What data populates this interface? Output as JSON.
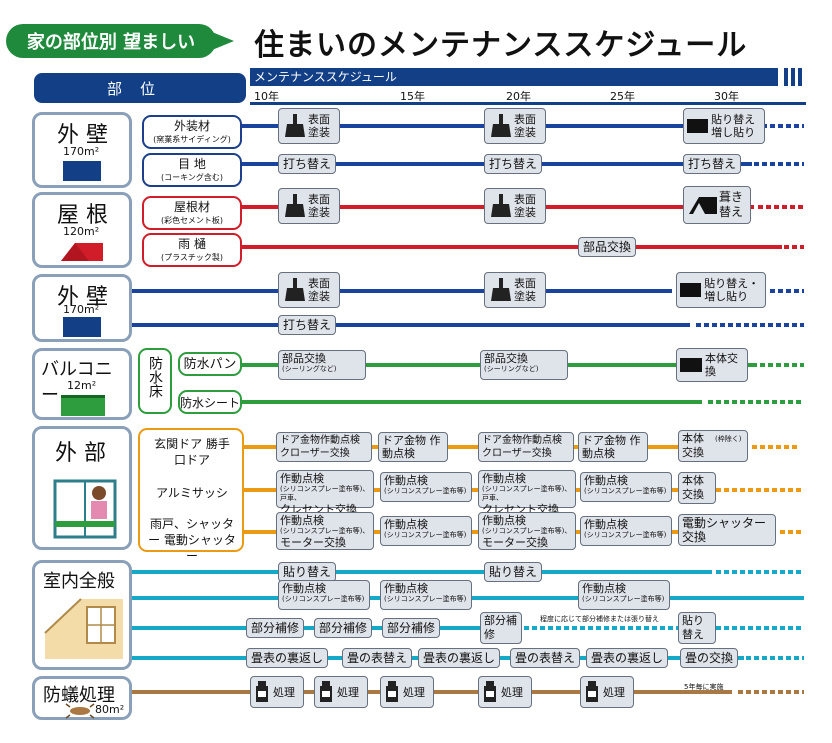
{
  "header": {
    "badge": "家の部位別 望ましい",
    "title": "住まいのメンテナンススケジュール"
  },
  "columns": {
    "parts": "部位",
    "schedule": "メンテナンススケジュール",
    "years": [
      "10年",
      "15年",
      "20年",
      "25年",
      "30年"
    ]
  },
  "groups": {
    "exterior_wall": {
      "name": "外 壁",
      "area": "170m²",
      "rows": {
        "siding": {
          "label": "外装材",
          "sub": "(窯業系サイディング)",
          "tasks": [
            "表面塗装",
            "表面塗装",
            "貼り替え増し貼り"
          ]
        },
        "joint": {
          "label": "目 地",
          "sub": "(コーキング含む)",
          "tasks": [
            "打ち替え",
            "打ち替え",
            "打ち替え"
          ]
        }
      }
    },
    "roof": {
      "name": "屋 根",
      "area": "120m²",
      "rows": {
        "roofing": {
          "label": "屋根材",
          "sub": "(彩色セメント板)",
          "tasks": [
            "表面塗装",
            "表面塗装",
            "葺き替え"
          ]
        },
        "gutter": {
          "label": "雨 樋",
          "sub": "(プラスチック製)",
          "tasks": [
            "部品交換"
          ]
        }
      }
    },
    "exterior_wall2": {
      "name": "外 壁",
      "area": "170m²",
      "tasks": [
        "表面塗装",
        "表面塗装",
        "貼り替え・増し貼り",
        "打ち替え"
      ]
    },
    "balcony": {
      "name": "バルコニー",
      "area": "12m²",
      "waterproof": "防水床",
      "rows": {
        "pan": {
          "label": "防水パン",
          "tasks": [
            {
              "main": "部品交換",
              "note": "(シーリングなど)"
            },
            {
              "main": "部品交換",
              "note": "(シーリングなど)"
            },
            {
              "main": "本体交換"
            }
          ]
        },
        "sheet": {
          "label": "防水シート"
        }
      }
    },
    "outside": {
      "name": "外 部",
      "rows": {
        "door": {
          "label": "玄関ドア 勝手口ドア",
          "tasks": [
            "ドア金物作動点検 クローザー交換",
            "ドア金物 作動点検",
            "ドア金物作動点検 クローザー交換",
            "ドア金物 作動点検",
            "本体 交換"
          ],
          "note": "(枠除く)"
        },
        "sash": {
          "label": "アルミサッシ",
          "tasks": [
            "作動点検",
            "作動点検",
            "作動点検",
            "作動点検",
            "本体 交換"
          ],
          "detail_a": "(シリコンスプレー塗布等)、戸車、",
          "detail_b": "クレセント交換",
          "detail_c": "(シリコンスプレー塗布等)"
        },
        "shutter": {
          "label": "雨戸、シャッター 電動シャッター",
          "tasks": [
            "作動点検",
            "作動点検",
            "作動点検",
            "作動点検",
            "電動シャッター交換"
          ],
          "detail_a": "(シリコンスプレー塗布等)、",
          "detail_b": "モーター交換",
          "detail_c": "(シリコンスプレー塗布等)"
        }
      }
    },
    "interior": {
      "name": "室内全般",
      "rows": {
        "wallpaper": {
          "tasks": [
            "貼り替え",
            "貼り替え"
          ]
        },
        "inspection": {
          "tasks": [
            "作動点検",
            "作動点検",
            "作動点検"
          ],
          "note": "(シリコンスプレー塗布等)"
        },
        "repair": {
          "tasks": [
            "部分補修",
            "部分補修",
            "部分補修",
            "部分補修",
            "貼り替え"
          ],
          "note": "程度に応じて部分補修または張り替え"
        },
        "tatami": {
          "tasks": [
            "畳表の裏返し",
            "畳の表替え",
            "畳表の裏返し",
            "畳の表替え",
            "畳表の裏返し",
            "畳の交換"
          ]
        }
      }
    },
    "termite": {
      "name": "防蟻処理",
      "area": "80m²",
      "tasks": [
        "処理",
        "処理",
        "処理",
        "処理",
        "処理"
      ],
      "note": "5年毎に実施"
    }
  },
  "colors": {
    "green": "#1f8a3b",
    "navy": "#123f86",
    "blue": "#1a43a0",
    "red": "#d11c29",
    "lime": "#2e9d3e",
    "orange": "#eb9a13",
    "cyan": "#15a9c7",
    "brown": "#a97843"
  }
}
